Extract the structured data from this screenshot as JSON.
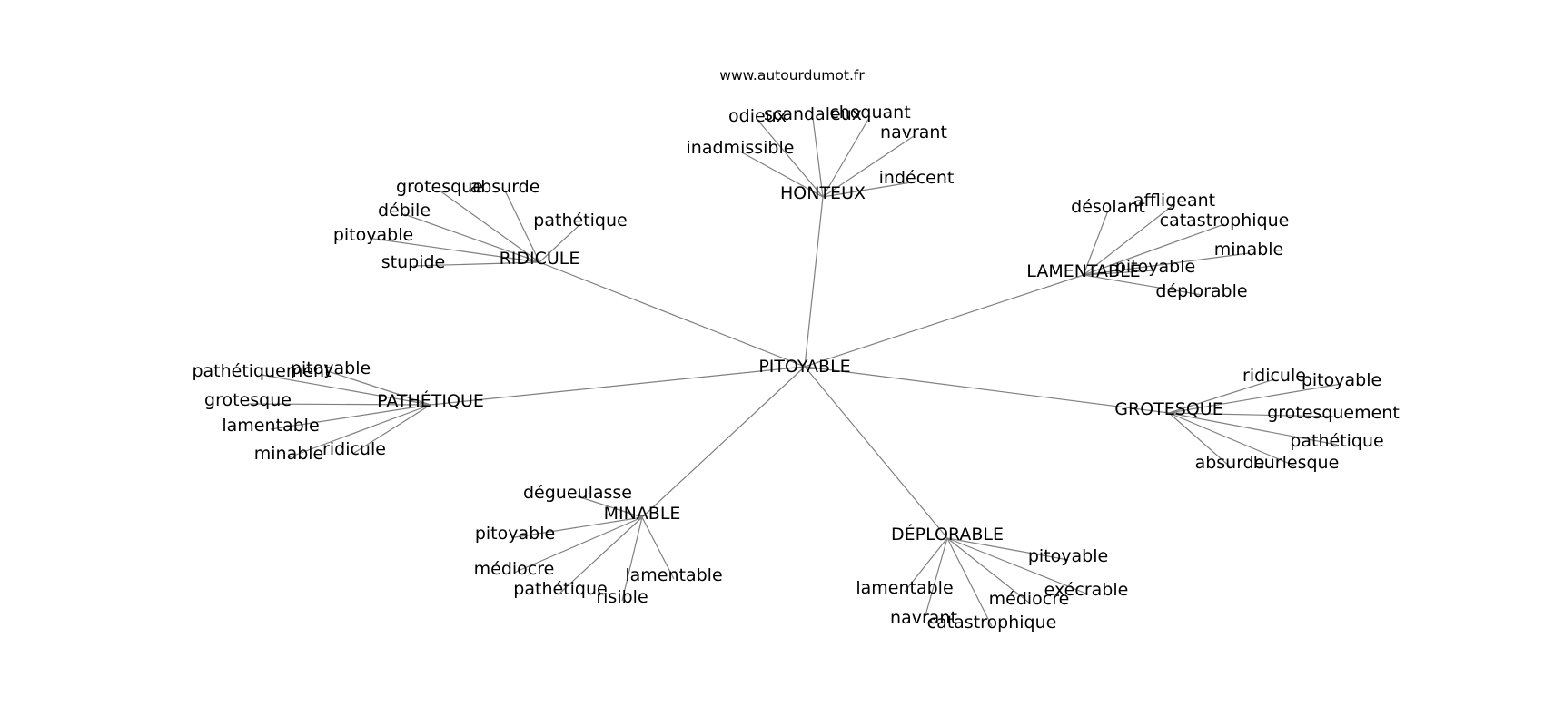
{
  "site": "www.autourdumot.fr",
  "center": "PITOYABLE",
  "clusters": [
    {
      "hub": "HONTEUX",
      "words": [
        "odieux",
        "scandaleux",
        "choquant",
        "navrant",
        "inadmissible",
        "indécent"
      ]
    },
    {
      "hub": "RIDICULE",
      "words": [
        "grotesque",
        "absurde",
        "pathétique",
        "débile",
        "pitoyable",
        "stupide"
      ]
    },
    {
      "hub": "LAMENTABLE",
      "words": [
        "désolant",
        "affligeant",
        "catastrophique",
        "minable",
        "pitoyable",
        "déplorable"
      ]
    },
    {
      "hub": "PATHÉTIQUE",
      "words": [
        "pathétiquement",
        "pitoyable",
        "grotesque",
        "lamentable",
        "minable",
        "ridicule"
      ]
    },
    {
      "hub": "GROTESQUE",
      "words": [
        "ridicule",
        "pitoyable",
        "grotesquement",
        "pathétique",
        "absurde",
        "burlesque"
      ]
    },
    {
      "hub": "MINABLE",
      "words": [
        "dégueulasse",
        "pitoyable",
        "médiocre",
        "pathétique",
        "risible",
        "lamentable"
      ]
    },
    {
      "hub": "DÉPLORABLE",
      "words": [
        "pitoyable",
        "exécrable",
        "lamentable",
        "médiocre",
        "navrant",
        "catastrophique"
      ]
    }
  ]
}
